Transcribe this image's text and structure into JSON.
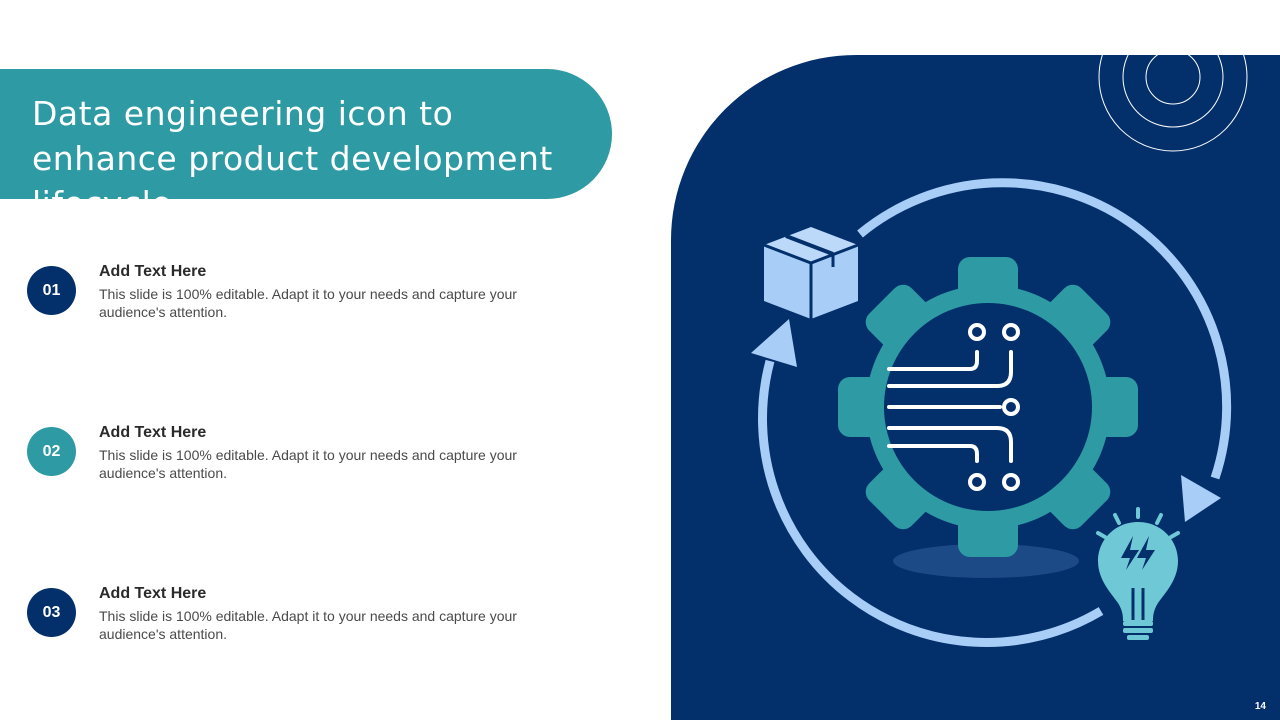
{
  "slide": {
    "title": "Data engineering icon to enhance product development lifecycle",
    "page_number": "14"
  },
  "items": [
    {
      "number": "01",
      "heading": "Add Text Here",
      "text": "This slide is 100% editable. Adapt it to your needs and capture your audience's attention."
    },
    {
      "number": "02",
      "heading": "Add Text Here",
      "text": "This slide is 100% editable. Adapt it to your needs and capture your audience's attention."
    },
    {
      "number": "03",
      "heading": "Add Text Here",
      "text": "This slide is 100% editable. Adapt it to your needs and capture your audience's attention."
    }
  ],
  "colors": {
    "teal": "#2e9aa3",
    "navy": "#03306b",
    "light_blue": "#a8cdf7",
    "cyan_bulb": "#6ec8d6"
  },
  "icons": [
    "concentric-circles-icon",
    "box-icon",
    "cycle-arrows-icon",
    "gear-circuit-icon",
    "lightbulb-icon"
  ]
}
